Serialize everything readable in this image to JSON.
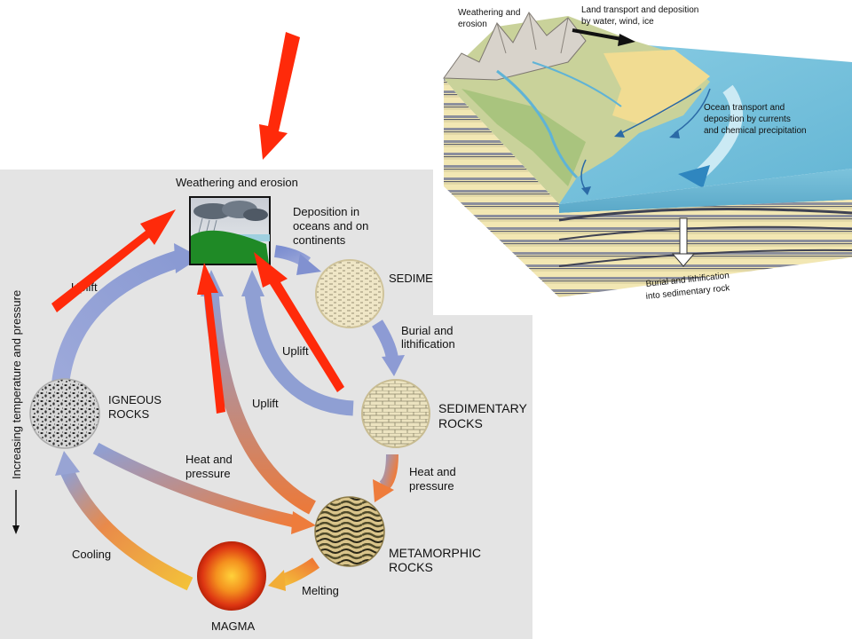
{
  "rock_cycle": {
    "weathering_title": "Weathering and erosion",
    "deposition": [
      "Deposition in",
      "oceans and on",
      "continents"
    ],
    "sediment_label": "SEDIMENT",
    "burial": [
      "Burial and",
      "lithification"
    ],
    "sedimentary_rocks": [
      "SEDIMENTARY",
      "ROCKS"
    ],
    "heat_pressure_right": [
      "Heat and",
      "pressure"
    ],
    "metamorphic_rocks": [
      "METAMORPHIC",
      "ROCKS"
    ],
    "melting": "Melting",
    "magma": "MAGMA",
    "cooling": "Cooling",
    "igneous_rocks": [
      "IGNEOUS",
      "ROCKS"
    ],
    "uplift_left": "Uplift",
    "uplift_inner": "Uplift",
    "uplift_center": "Uplift",
    "heat_pressure_left": [
      "Heat and",
      "pressure"
    ],
    "side_axis": "Increasing temperature and pressure"
  },
  "landscape": {
    "weathering": [
      "Weathering and",
      "erosion"
    ],
    "land_transport": [
      "Land transport and deposition",
      "by water, wind, ice"
    ],
    "ocean_transport": [
      "Ocean transport and",
      "deposition by currents",
      "and chemical precipitation"
    ],
    "burial": [
      "Burial and lithification",
      "into sedimentary rock"
    ]
  },
  "colors": {
    "panel_bg": "#e4e4e4",
    "highlight_arrow": "#ff2a0a",
    "cycle_blue": "#8f9fd3",
    "cycle_orange": "#ee7c3c",
    "magma": "#e23212",
    "ocean": "#7fc6de",
    "sediment": "#f4e6a8"
  }
}
